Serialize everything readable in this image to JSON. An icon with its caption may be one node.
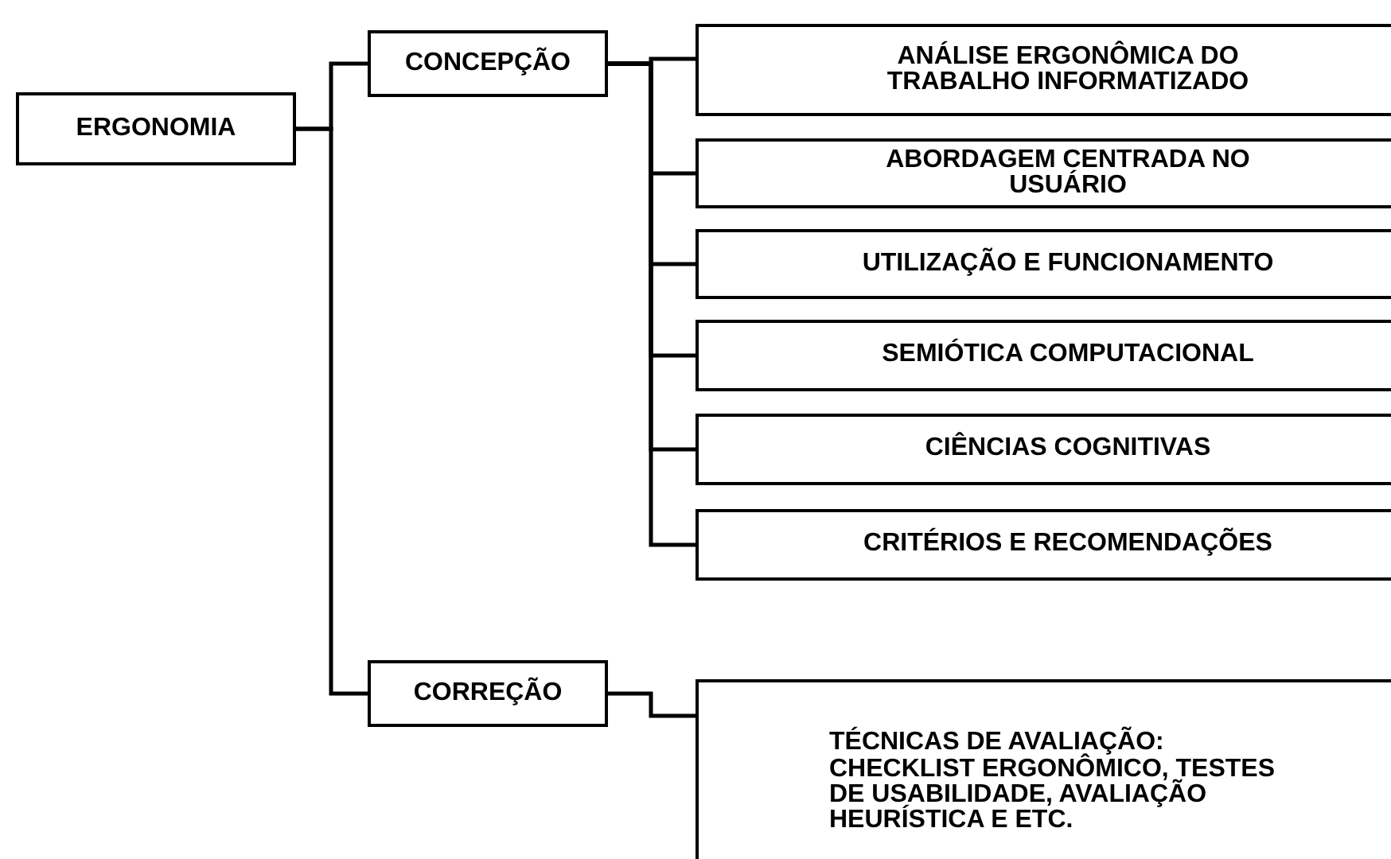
{
  "diagram": {
    "nodes": [
      {
        "text": [
          "ERGONOMIA"
        ]
      },
      {
        "text": [
          "CONCEPÇÃO"
        ]
      },
      {
        "text": [
          "ANÁLISE ERGONÔMICA DO TRABALHO INFORMATIZADO"
        ]
      },
      {
        "text": [
          "ABORDAGEM CENTRADA NO USUÁRIO"
        ]
      },
      {
        "text": [
          "UTILIZAÇÃO E FUNCIONAMENTO"
        ]
      },
      {
        "text": [
          "SEMIÓTICA COMPUTACIONAL"
        ]
      },
      {
        "text": [
          "CIÊNCIAS COGNITIVAS"
        ]
      },
      {
        "text": [
          "CRITÉRIOS E RECOMENDAÇÕES"
        ]
      },
      {
        "text": [
          "CORREÇÃO"
        ]
      },
      {
        "text": [
          "TÉCNICAS DE AVALIAÇÃO: CHECKLIST ERGONÔMICO, TESTES DE USABILIDADE, AVALIAÇÃO HEURÍSTICA E ETC."
        ]
      }
    ],
    "edges": [
      {
        "from": 0,
        "to": 1,
        "arrow": "none"
      },
      {
        "from": 0,
        "to": 8,
        "arrow": "none"
      },
      {
        "from": 1,
        "to": 2,
        "arrow": "none"
      },
      {
        "from": 1,
        "to": 3,
        "arrow": "none"
      },
      {
        "from": 1,
        "to": 4,
        "arrow": "none"
      },
      {
        "from": 1,
        "to": 5,
        "arrow": "none"
      },
      {
        "from": 1,
        "to": 6,
        "arrow": "none"
      },
      {
        "from": 1,
        "to": 7,
        "arrow": "none"
      },
      {
        "from": 8,
        "to": 9,
        "arrow": "none"
      }
    ]
  }
}
